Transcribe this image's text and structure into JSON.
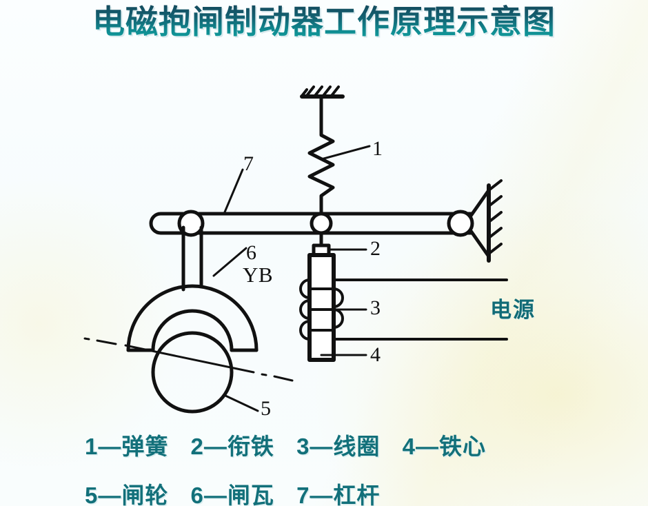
{
  "title": "电磁抱闸制动器工作原理示意图",
  "diagram": {
    "power_label": "电源",
    "device_code": "YB",
    "callouts": [
      {
        "id": "1",
        "text": "1",
        "refers_to": "spring"
      },
      {
        "id": "2",
        "text": "2",
        "refers_to": "armature"
      },
      {
        "id": "3",
        "text": "3",
        "refers_to": "coil"
      },
      {
        "id": "4",
        "text": "4",
        "refers_to": "iron-core"
      },
      {
        "id": "5",
        "text": "5",
        "refers_to": "brake-wheel"
      },
      {
        "id": "6",
        "text": "6",
        "refers_to": "brake-shoe"
      },
      {
        "id": "7",
        "text": "7",
        "refers_to": "lever"
      }
    ]
  },
  "legend": {
    "row1": [
      {
        "num": "1",
        "dash": "—",
        "name": "弹簧",
        "full": "1—弹簧"
      },
      {
        "num": "2",
        "dash": "—",
        "name": "衔铁",
        "full": "2—衔铁"
      },
      {
        "num": "3",
        "dash": "—",
        "name": "线圈",
        "full": "3—线圈"
      },
      {
        "num": "4",
        "dash": "—",
        "name": "铁心",
        "full": "4—铁心"
      }
    ],
    "row2": [
      {
        "num": "5",
        "dash": "—",
        "name": "闸轮",
        "full": "5—闸轮"
      },
      {
        "num": "6",
        "dash": "—",
        "name": "闸瓦",
        "full": "6—闸瓦"
      },
      {
        "num": "7",
        "dash": "—",
        "name": "杠杆",
        "full": "7—杠杆"
      }
    ]
  },
  "colors": {
    "title_text": "#10606e",
    "legend_text": "#12707a",
    "power_text": "#116b76",
    "line": "#111111",
    "background": "#f8fcfd",
    "wash": "#f6f2ce"
  }
}
